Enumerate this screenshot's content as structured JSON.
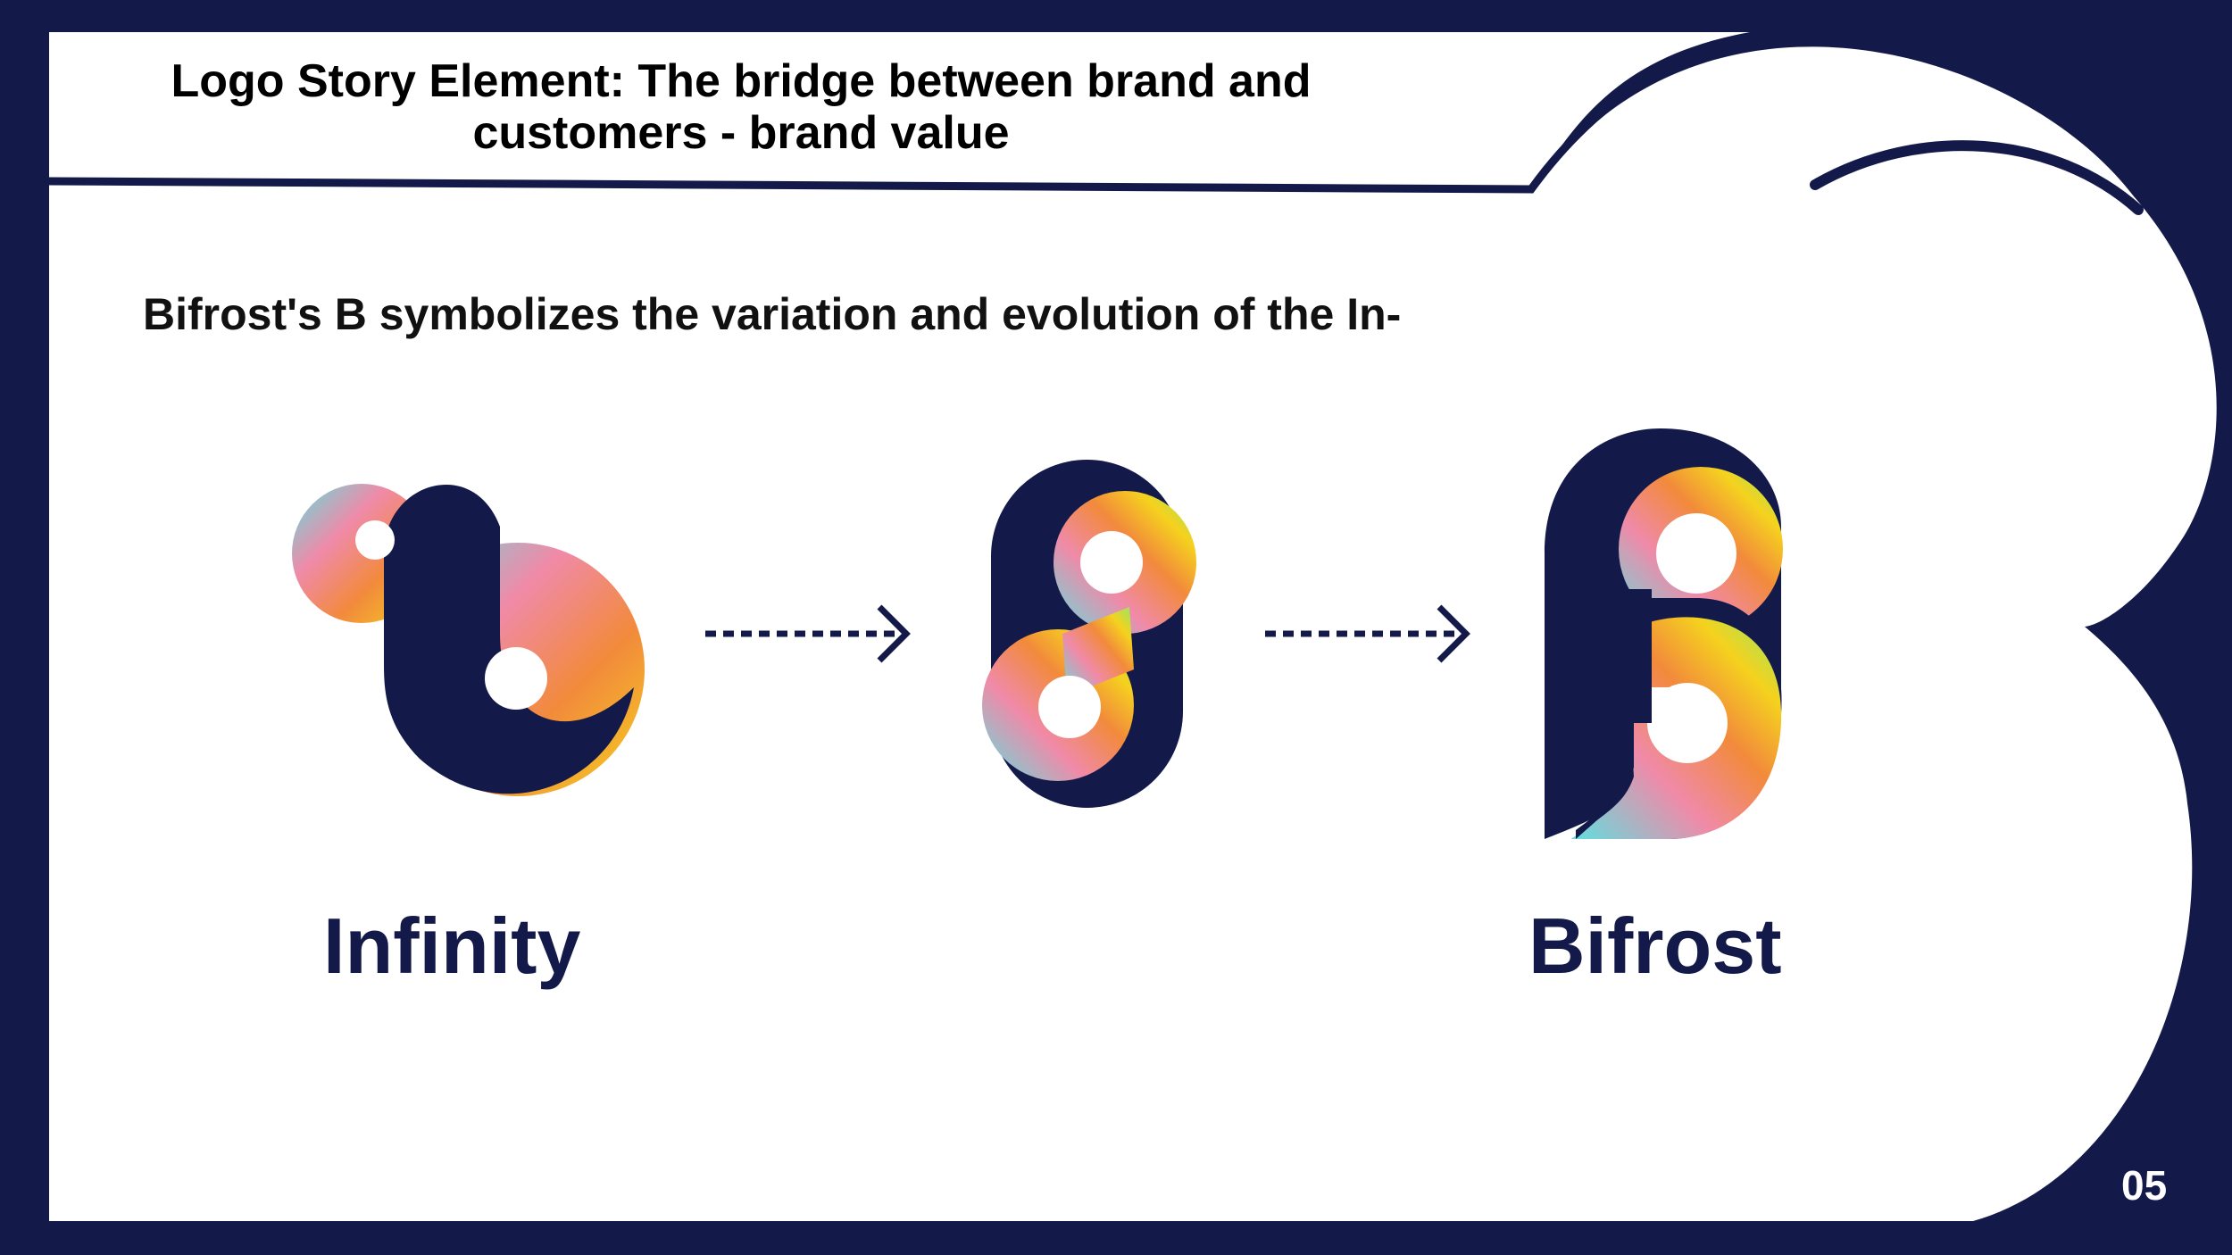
{
  "slide": {
    "title": "Logo Story Element: The bridge between brand and customers - brand value",
    "subtitle": "Bifrost's B symbolizes the variation and evolution of the In-",
    "page_number": "05"
  },
  "logos": [
    {
      "caption": "Infinity"
    },
    {
      "caption": ""
    },
    {
      "caption": "Bifrost"
    }
  ],
  "colors": {
    "navy": "#131a4a",
    "background": "#ffffff",
    "gradient": [
      "#5fe0e0",
      "#f08aa8",
      "#f28a3c",
      "#f5d21e",
      "#8ee86a"
    ]
  }
}
